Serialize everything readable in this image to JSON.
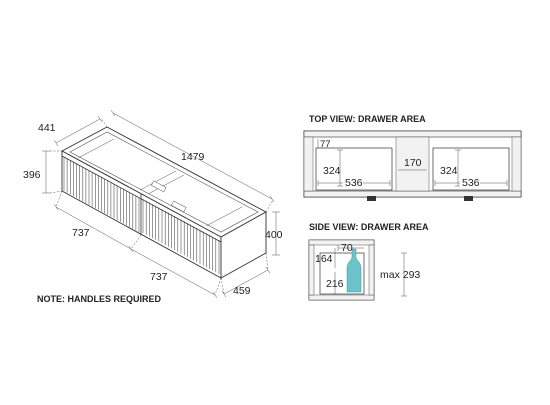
{
  "vanity": {
    "width": "1479",
    "depth": "441",
    "height": "396",
    "drawer_left": "737",
    "drawer_right": "737",
    "overall_height": "400",
    "side_depth": "459"
  },
  "note": "NOTE: HANDLES REQUIRED",
  "top_view": {
    "title": "TOP VIEW: DRAWER AREA",
    "offset": "77",
    "left_depth": "324",
    "left_width": "536",
    "center_gap": "170",
    "right_depth": "324",
    "right_width": "536"
  },
  "side_view": {
    "title": "SIDE VIEW: DRAWER AREA",
    "top_width": "70",
    "upper_height": "164",
    "lower_height": "216",
    "max_height": "max 293"
  },
  "colors": {
    "line": "#333333",
    "panel_fill": "#f2f2f2",
    "bottle": "#6cc3c9"
  }
}
